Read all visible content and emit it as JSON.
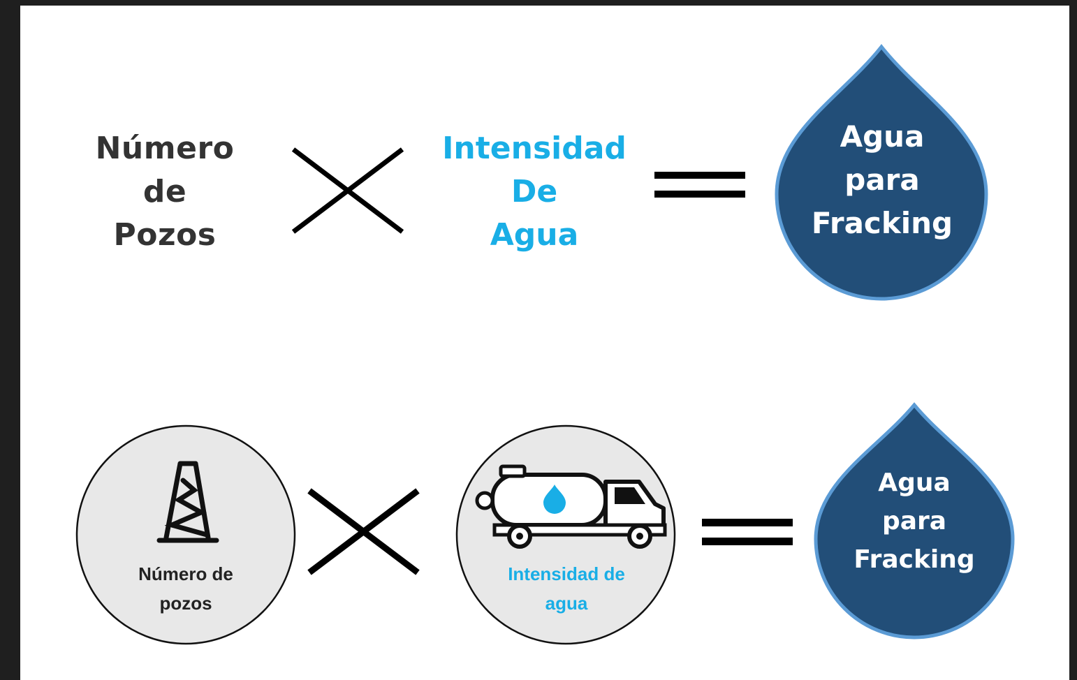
{
  "equation_top": {
    "factor1_lines": [
      "Número",
      "de",
      "Pozos"
    ],
    "operator_multiply": "×",
    "factor2_lines": [
      "Intensidad",
      "De",
      "Agua"
    ],
    "operator_equals": "=",
    "result_lines": [
      "Agua",
      "para",
      "Fracking"
    ]
  },
  "equation_bottom": {
    "factor1": {
      "icon": "oil-derrick-icon",
      "label_lines": [
        "Número de",
        "pozos"
      ]
    },
    "operator_multiply": "×",
    "factor2": {
      "icon": "water-tanker-truck-icon",
      "label_lines": [
        "Intensidad de",
        "agua"
      ]
    },
    "operator_equals": "=",
    "result_lines": [
      "Agua",
      "para",
      "Fracking"
    ]
  },
  "colors": {
    "background": "#1f1f1f",
    "canvas": "#ffffff",
    "text_dark": "#333333",
    "accent_blue": "#19aee6",
    "drop_fill": "#224e78",
    "drop_border": "#5b9bd5",
    "circle_fill": "#e8e8e8"
  }
}
